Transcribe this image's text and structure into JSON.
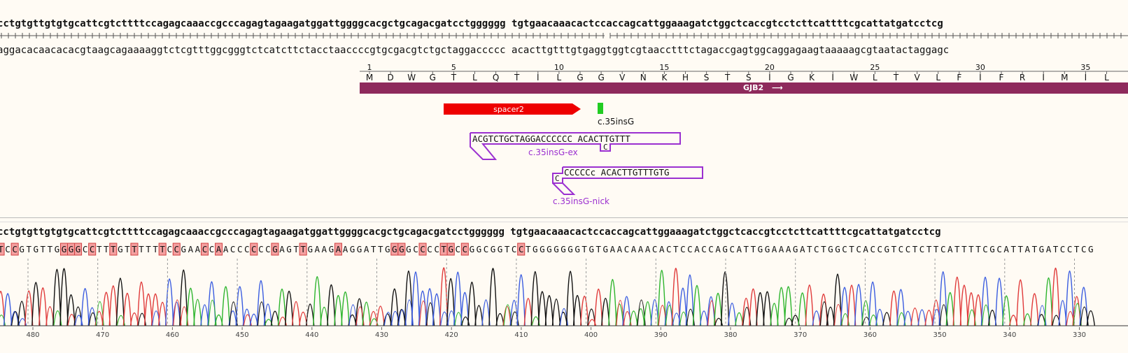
{
  "sequence": {
    "top_strand": "cctgtgttgtgtgcattcgtcttttccagagcaaaccgcccagagtagaagatggattggggcacgctgcagacgatcctgggggg tgtgaacaaacactccaccagcattggaaagatctggctcaccgtcctcttcattttcgcattatgatcctcg",
    "bottom_strand": "aggacacaacacacgtaagcagaaaaggtctcgtttggcgggtctcatcttctacctaaccccgtgcgacgtctgctaggaccccc acacttgtttgtgaggtggtcgtaacctttctagaccgagtggcaggagaagtaaaaagcgtaatactaggagc"
  },
  "translation": {
    "numbers": [
      {
        "label": "1",
        "pos": 0
      },
      {
        "label": "5",
        "pos": 4
      },
      {
        "label": "10",
        "pos": 9
      },
      {
        "label": "15",
        "pos": 14
      },
      {
        "label": "20",
        "pos": 19
      },
      {
        "label": "25",
        "pos": 24
      },
      {
        "label": "30",
        "pos": 29
      },
      {
        "label": "35",
        "pos": 34
      }
    ],
    "residues": [
      "M",
      "D",
      "W",
      "G",
      "T",
      "L",
      "Q",
      "T",
      "I",
      "L",
      "G",
      "G",
      "V",
      "N",
      "K",
      "H",
      "S",
      "T",
      "S",
      "I",
      "G",
      "K",
      "I",
      "W",
      "L",
      "T",
      "V",
      "L",
      "F",
      "I",
      "F",
      "R",
      "I",
      "M",
      "I",
      "L"
    ]
  },
  "features": {
    "gene": {
      "label": "GJB2",
      "color": "#8e2a5c",
      "arrow": "⟶"
    },
    "spacer": {
      "label": "spacer2",
      "color": "#ee0000"
    },
    "insertion": {
      "label": "c.35insG",
      "color": "#22cc22"
    },
    "primer_ex": {
      "sequence": "ACGTCTGCTAGGACCCCCC ACACTTGTTT",
      "insert": "C",
      "label": "c.35insG-ex",
      "color": "#9b30d0"
    },
    "primer_nick": {
      "sequence": "CCCCCc ACACTTGTTTGTG",
      "insert": "C",
      "label": "c.35insG-nick",
      "color": "#9b30d0"
    }
  },
  "trace": {
    "reference": "cctgtgttgtgtgcattcgtcttttccagagcaaaccgcccagagtagaagatggattggggcacgctgcagacgatcctgggggg tgtgaacaaacactccaccagcattggaaagatctggctcaccgtcctcttcattttcgcattatgatcctcg",
    "read": "TCCGTGTTGGGGCCTTTGTTTTTTCCGAACCAACCCCCCGAGTTGAAGAAGGATTGGGGCCCCTGCCGGCGGTCCTGGGGGGGTGTGAACAAACACTCCACCAGCATTGGAAAGATCTGGCTCACCGTCCTCTTCATTTTCGCATTATGATCCTCG",
    "mismatch_indices": [
      0,
      2,
      9,
      10,
      11,
      13,
      16,
      19,
      23,
      25,
      29,
      31,
      36,
      39,
      43,
      48,
      56,
      57,
      60,
      63,
      64,
      66,
      74
    ],
    "axis_labels": [
      "480",
      "470",
      "460",
      "450",
      "440",
      "430",
      "420",
      "410",
      "400",
      "390",
      "380",
      "370",
      "360",
      "350",
      "340",
      "330"
    ],
    "colors": {
      "A": "#2db52d",
      "C": "#3a5ce0",
      "G": "#111111",
      "T": "#e03a3a"
    }
  }
}
